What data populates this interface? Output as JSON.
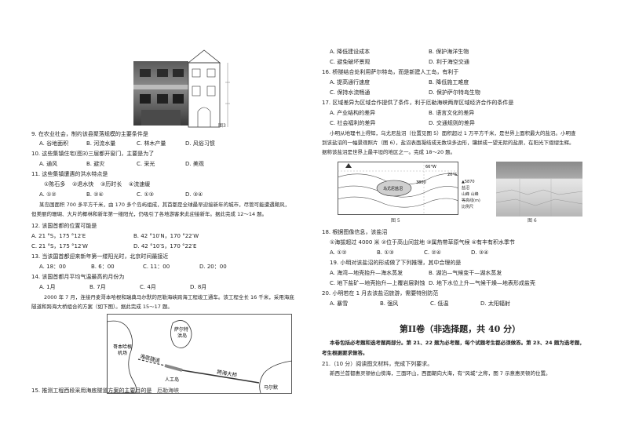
{
  "left": {
    "fig3_label": "图3",
    "q9": {
      "stem": "9. 在农业社会，制约该县聚落规模的主要条件是",
      "options": [
        "A. 谷地面积",
        "B. 河流水量",
        "C. 林木产量",
        "D. 风俗习惯"
      ]
    },
    "q10": {
      "stem": "10. 这些集镇住宅(图3)三层都开窗门，主要是为了",
      "options": [
        "A. 通风",
        "B. 避灾",
        "C. 采光",
        "D. 美观"
      ]
    },
    "q11": {
      "stem": "11. 这些集镇遭遇的洪水特点是",
      "items": [
        "①陈石多",
        "②退水快",
        "③历时长",
        "④流速缓"
      ],
      "options": [
        "A. ①②",
        "B. ②④",
        "C. ①③",
        "D. ③④"
      ]
    },
    "passage12": [
      "某岛国面积 700 多平方千米，由 170 多个岛屿组成，其首都是全球最早迎接新年的城市，尽管可能遭遇飓风，",
      "但美丽的珊瑚、大片的椰林和新年第一缕阳光，仍吸引了各地游客来此迎接新年。据此完成 12～14 题。"
    ],
    "q12": {
      "stem": "12. 该国首都的位置可能是",
      "options": [
        "A. 21 °S，175 °12′E",
        "B. 42 °10′N，170 °22′W",
        "C. 21 °S，175 °12′W",
        "D. 42 °10′S，170 °22′E"
      ]
    },
    "q13": {
      "stem": "13. 当该国首都迎来新年第一缕阳光时，北京时间最接近",
      "options": [
        "A. 18：00",
        "B. 6：00",
        "C. 11：00",
        "D. 20：00"
      ]
    },
    "q14": {
      "stem": "14. 该国首都月平均气温最高的月份为",
      "options": [
        "A. 1月",
        "B. 7月",
        "C. 4月",
        "D. 8月"
      ]
    },
    "passage15": [
      "2000 年 7 月，连接丹麦哥本哈根和瑞典马尔默的厄勒海峡跨海工程竣工通车。该工程全长 16 千米，采用海底",
      "隧道和跨海大桥组合的方案（如下图）。据此完成 15～17 题。"
    ],
    "map": {
      "copenhagen": "哥本哈根",
      "airport": "机场",
      "saltholm": "萨尔特",
      "saltholm2": "洪岛",
      "tunnel": "海底隧道",
      "artificial": "人工岛",
      "bridge": "跨海大桥",
      "malmo": "马尔默"
    },
    "q15": {
      "stem": "15. 推测工程西段采用海底隧道方案的主要目的是",
      "overlay": "厄勒海峡"
    }
  },
  "right": {
    "q15opts": [
      "A. 降低建设成本",
      "B. 保护海洋生物",
      "C. 避免破坏景观",
      "D. 利于海空交通"
    ],
    "q16": {
      "stem": "16. 桥隧结合处利用萨尔特岛，而是新建人工岛，有利于",
      "options": [
        "A. 提高通行速度",
        "B. 降低施工难度",
        "C. 保持水流畅通",
        "D. 保护萨尔特岛生物"
      ]
    },
    "q17": {
      "stem": "17. 区域差异为区域合作提供了条件，利于厄勒海峡两岸区域经济合作的条件是",
      "options": [
        "A. 产业结构的差异",
        "B. 语言文化的差异",
        "C. 社会福利的差异",
        "D. 交通规则的差异"
      ]
    },
    "passage18": [
      "小明从地理书上得知，乌尤尼盐沼（位置见图 5）面积超过 1 万平方千米，是世界上面积最大的盐沼。小明查",
      "到该盐沼的一幅景观照片（图 6），盐沼表面凝结成无数块多边形，镶拼成一望无际的盐原，在阳光下熠熠生辉。",
      "据称该盐沼是世界上最平坦的地区之一。完成 18～20 题。"
    ],
    "fig5": {
      "label": "图 5",
      "lat": "20°S",
      "lon": "66°W",
      "peak": "5870",
      "salar": "乌尤尼盐沼",
      "elev": "3800",
      "nation": "比例尺",
      "leg1": "盐沼",
      "leg2": "山峰 山峰",
      "leg3": "等高线(m)"
    },
    "fig6_label": "图 6",
    "q18": {
      "stem": "18. 根据图像信息，该盐沼",
      "items": "①海拔超过 4000 米 ②位于高山间盆地 ③属热带草原气候 ④有丰有积水季节",
      "options": [
        "A. ①②",
        "B. ①③",
        "C. ②④",
        "D. ③④"
      ]
    },
    "q19": {
      "stem": "19. 小明对该盐沼的形成做了下列推理，其中合理的是",
      "options": [
        "A. 海湾—地壳抬升—海水蒸发",
        "B. 湖泊—气候变干—湖水蒸发",
        "C. 地下盐矿—地壳抬升—上覆岩层剥蚀",
        "D. 地下水位上升—气候干燥—地表形成盐壳"
      ]
    },
    "q20": {
      "stem": "20. 小明若在 1 月去该盐沼旅游，需要特别防范",
      "options": [
        "A. 暴雪",
        "B. 强风",
        "C. 低温",
        "D. 太阳辐射"
      ]
    },
    "section_title": "第II卷（非选择题，共 40 分）",
    "section_note": [
      "本卷包括必考题和选考题两部分。第 21、22 题为必考题，每个试题考生都必须做答。第 23、24 题为选考题，",
      "考生根据要求做答。"
    ],
    "q21": "21.（10 分）阅读图文材料，完成下列要求。",
    "q21text": "新西兰首都惠灵顿依山傍海，三面环山，西面朝向大海，有“风城”之称，图 7 示意惠灵顿的位置。"
  }
}
